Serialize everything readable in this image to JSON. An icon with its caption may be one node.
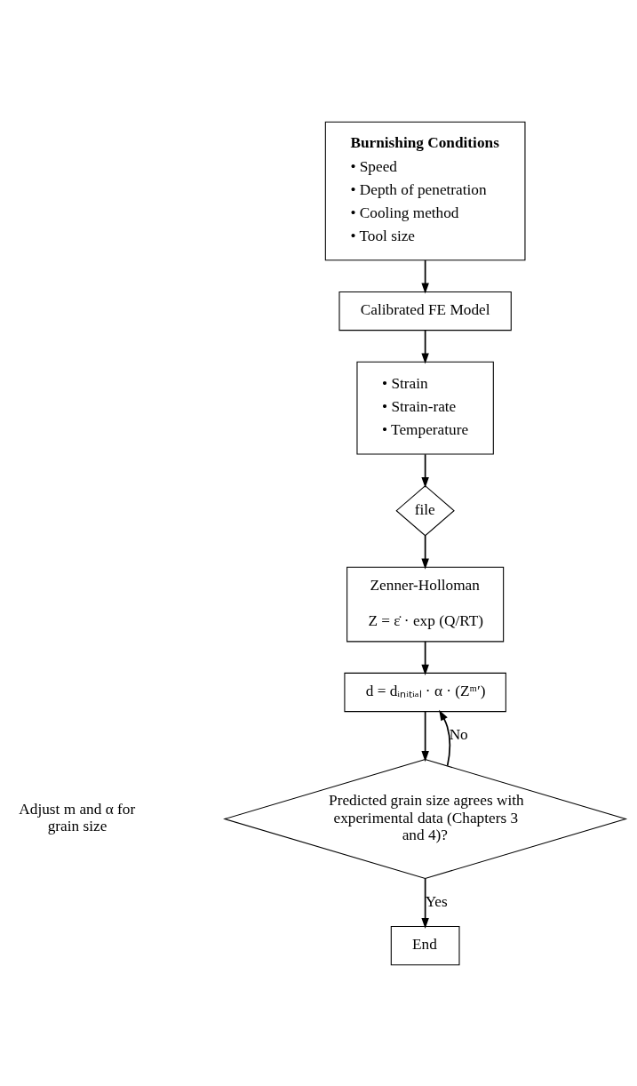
{
  "diagram": {
    "nodes": [
      {
        "text": [
          "Burnishing Conditions",
          "• Speed",
          "• Depth of penetration",
          "• Cooling method",
          "• Tool size"
        ]
      },
      {
        "text": [
          "Calibrated FE Model"
        ]
      },
      {
        "text": [
          "• Strain",
          "• Strain-rate",
          "• Temperature"
        ]
      },
      {
        "text": [
          "file"
        ]
      },
      {
        "text": [
          "Zenner-Holloman",
          "Z = ε̇ · exp (Q/RT)"
        ]
      },
      {
        "text": [
          "d = dᵢₙᵢₜᵢₐₗ · α · (Zᵐ′)"
        ]
      },
      {
        "text": [
          "Predicted grain size agrees with experimental data (Chapters 3 and 4)?"
        ]
      },
      {
        "text": [
          "End"
        ]
      }
    ],
    "edges": [
      {
        "from": 0,
        "to": 1,
        "arrow": "to"
      },
      {
        "from": 1,
        "to": 2,
        "arrow": "to"
      },
      {
        "from": 2,
        "to": 3,
        "arrow": "to"
      },
      {
        "from": 3,
        "to": 4,
        "arrow": "to"
      },
      {
        "from": 4,
        "to": 5,
        "arrow": "to"
      },
      {
        "from": 5,
        "to": 6,
        "arrow": "to"
      },
      {
        "from": 6,
        "to": 5,
        "arrow": "to",
        "label": "No"
      },
      {
        "from": 6,
        "to": 7,
        "arrow": "to",
        "label": "Yes"
      }
    ],
    "labels": [
      "Adjust m and α for grain size"
    ]
  }
}
